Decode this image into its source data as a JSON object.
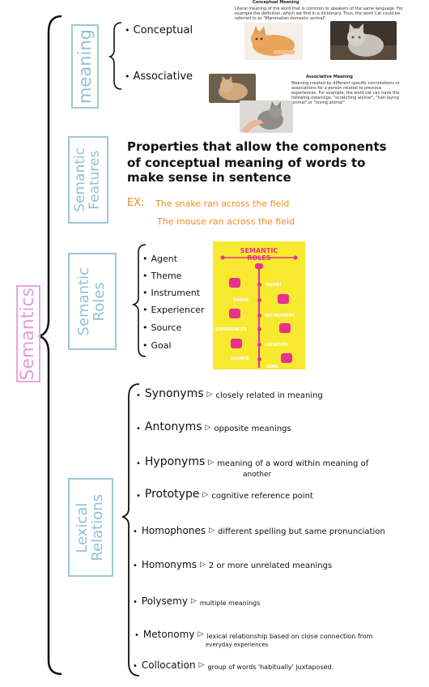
{
  "root": {
    "label": "Semantics"
  },
  "meaning": {
    "label": "meaning",
    "items": [
      {
        "label": "Conceptual"
      },
      {
        "label": "Associative"
      }
    ],
    "conceptual_caption": "Conceptual Meaning",
    "conceptual_text": "Literal meaning of the word that is common to speakers of the same language. For example the definition, which we find in a dictionary. Thus, the word Cat could be referred to as \"Mammalian domestic animal\"",
    "associative_caption": "Associative Meaning",
    "associative_text": "Meaning created by different specific connotations or associations for a person related to previous experiences. For example, the word cat can have the following meanings: \"scratching animal\", \"hair-laying animal\" or \"loving animal\""
  },
  "features": {
    "label_line1": "Semantic",
    "label_line2": "Features",
    "def_line1": "Properties that allow the components",
    "def_line2": "of conceptual meaning of words to",
    "def_line3": "make sense in sentence",
    "ex_prefix": "EX:",
    "ex_line1": "The snake ran across the field",
    "ex_line2": "The mouse ran across the field"
  },
  "roles": {
    "label_line1": "Semantic",
    "label_line2": "Roles",
    "items": [
      {
        "label": "Agent"
      },
      {
        "label": "Theme"
      },
      {
        "label": "Instrument"
      },
      {
        "label": "Experiencer"
      },
      {
        "label": "Source"
      },
      {
        "label": "Goal"
      }
    ],
    "poster": {
      "title_line1": "SEMANTIC",
      "title_line2": "ROLES",
      "labels": [
        "AGENT",
        "THEME",
        "INSTRUMENT",
        "EXPERIENCER",
        "LOCATION",
        "SOURCE",
        "GOAL"
      ]
    }
  },
  "lexical": {
    "label_line1": "Lexical",
    "label_line2": "Relations",
    "arrow": "▷",
    "items": [
      {
        "term": "Synonyms",
        "desc": "closely related in meaning"
      },
      {
        "term": "Antonyms",
        "desc": "opposite meanings"
      },
      {
        "term": "Hyponyms",
        "desc": "meaning of a word within meaning of",
        "desc2": "another"
      },
      {
        "term": "Prototype",
        "desc": "cognitive reference point"
      },
      {
        "term": "Homophones",
        "desc": "different spelling but same pronunciation"
      },
      {
        "term": "Homonyms",
        "desc": "2 or more unrelated meanings"
      },
      {
        "term": "Polysemy",
        "desc": "multiple meanings"
      },
      {
        "term": "Metonomy",
        "desc": "lexical relationship based on close connection from",
        "desc2": "everyday experiences"
      },
      {
        "term": "Collocation",
        "desc": "group of words 'habitually' juxtaposed."
      }
    ]
  },
  "colors": {
    "blue_box": "#9cc9da",
    "pink_box": "#e7a6e3",
    "example": "#f08a1c",
    "poster_bg": "#f7e930",
    "poster_accent": "#e6318f"
  },
  "icons": [
    "cat-photo",
    "hand-cat-photo",
    "bullet-dot",
    "arrow-triangle-icon",
    "brace"
  ]
}
